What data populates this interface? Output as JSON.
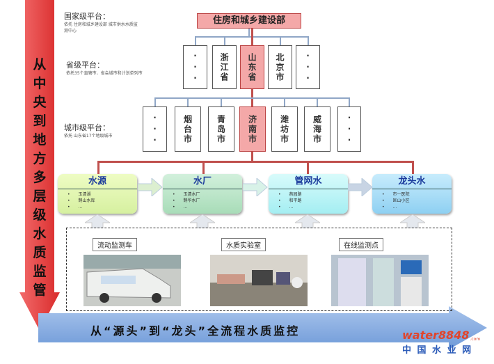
{
  "left_arrow": {
    "text": "从中央到地方多层级水质监管"
  },
  "levels": [
    {
      "title": "国家级平台：",
      "desc": "依托 住房和城乡建设部 城市供水水质监测中心"
    },
    {
      "title": "省级平台：",
      "desc": "依托35个直辖市、省会城市和计划单列市"
    },
    {
      "title": "城市级平台：",
      "desc": "依托 山东省17个地级城市"
    }
  ],
  "top": "住房和城乡建设部",
  "provinces": [
    "···",
    "浙江省",
    "山东省",
    "北京市",
    "···"
  ],
  "cities": [
    "···",
    "烟台市",
    "青岛市",
    "济南市",
    "潍坊市",
    "威海市",
    "···"
  ],
  "flow": [
    {
      "title": "水源",
      "items": [
        "玉清湖",
        "鹊山水库",
        "…"
      ]
    },
    {
      "title": "水厂",
      "items": [
        "玉清水厂",
        "鹊华水厂",
        "…"
      ]
    },
    {
      "title": "管网水",
      "items": [
        "燕园路",
        "和平路",
        "…"
      ]
    },
    {
      "title": "龙头水",
      "items": [
        "市一医院",
        "匡山小区",
        "…"
      ]
    }
  ],
  "monitors": [
    "流动监测车",
    "水质实验室",
    "在线监测点"
  ],
  "bottom_arrow": {
    "text": "从“源头”到“龙头”全流程水质监控"
  },
  "watermark": {
    "brand": "water8848",
    "suffix": ".com",
    "cn": "中 国 水 业 网"
  },
  "colors": {
    "highlight": "#f4a8a8",
    "red_line": "#c0504d",
    "blue_line": "#8fa6c6"
  }
}
